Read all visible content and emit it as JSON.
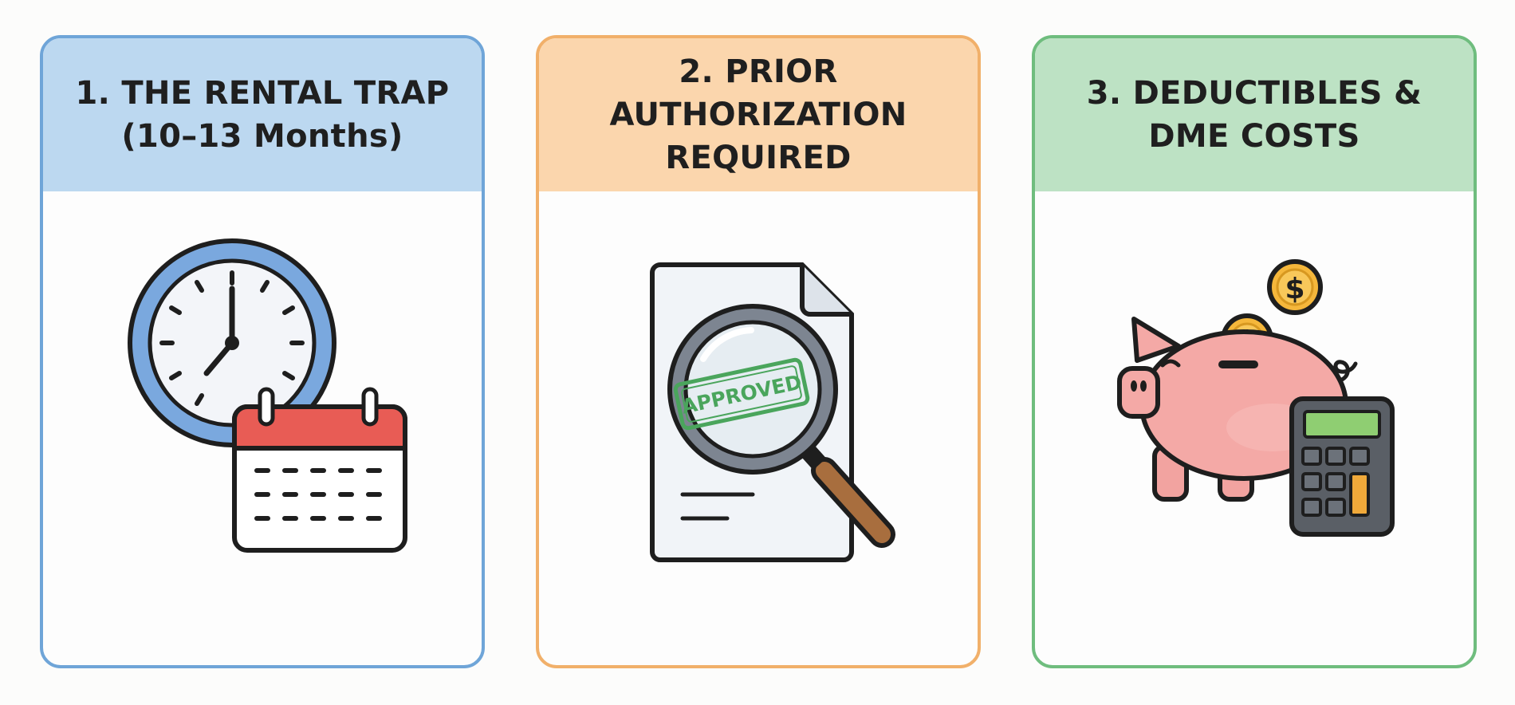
{
  "cards": [
    {
      "title": "1. THE RENTAL TRAP\n(10–13 Months)",
      "border_color": "#6fa5d8",
      "header_color": "#bcd8f0",
      "icons": [
        "clock-icon",
        "calendar-icon"
      ]
    },
    {
      "title": "2. PRIOR\nAUTHORIZATION\nREQUIRED",
      "border_color": "#f1b06a",
      "header_color": "#fbd6ad",
      "icons": [
        "document-icon",
        "magnifying-glass-icon"
      ],
      "stamp_text": "APPROVED"
    },
    {
      "title": "3. DEDUCTIBLES &\nDME COSTS",
      "border_color": "#6fbd7e",
      "header_color": "#bde2c4",
      "icons": [
        "piggy-bank-icon",
        "coin-icon",
        "calculator-icon"
      ],
      "coin_symbol": "$"
    }
  ]
}
